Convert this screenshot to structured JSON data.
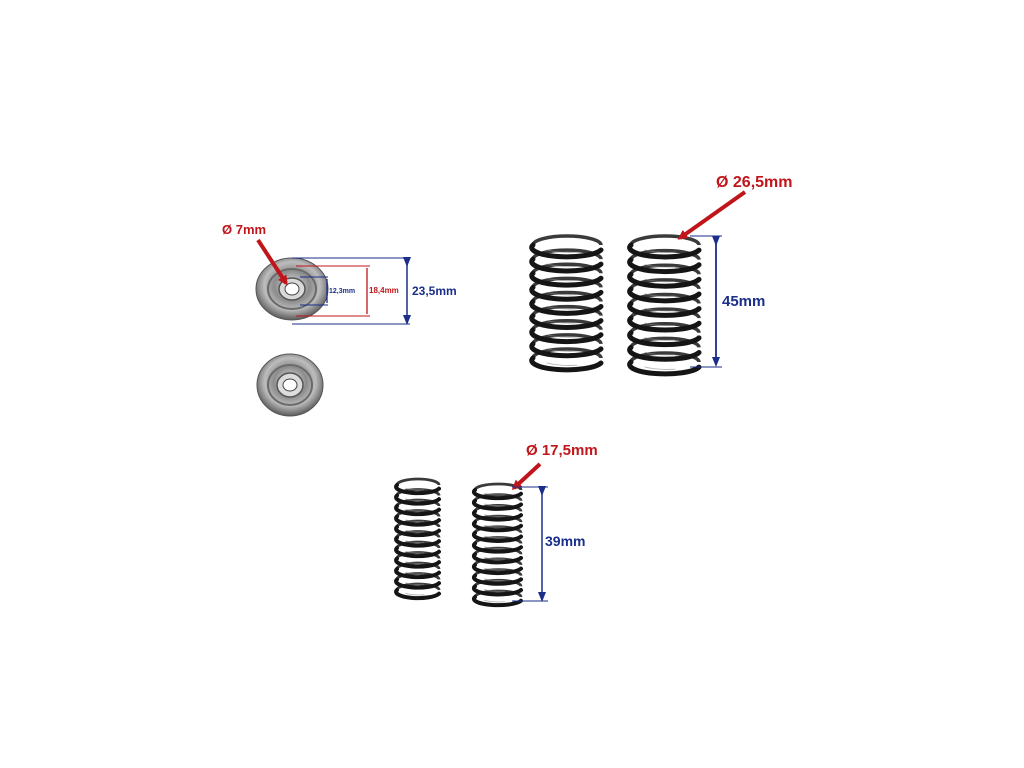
{
  "colors": {
    "background": "#ffffff",
    "red_dimension": "#c0161b",
    "blue_dimension": "#1a2e8a",
    "spring_steel": "#1a1a1a",
    "washer_steel": "#9a9a9a"
  },
  "retainer": {
    "bore_label": "Ø 7mm",
    "inner_step_label": "12,3mm",
    "middle_step_label": "18,4mm",
    "outer_diameter_label": "23,5mm"
  },
  "large_spring": {
    "diameter_label": "Ø 26,5mm",
    "height_label": "45mm"
  },
  "small_spring": {
    "diameter_label": "Ø 17,5mm",
    "height_label": "39mm"
  }
}
